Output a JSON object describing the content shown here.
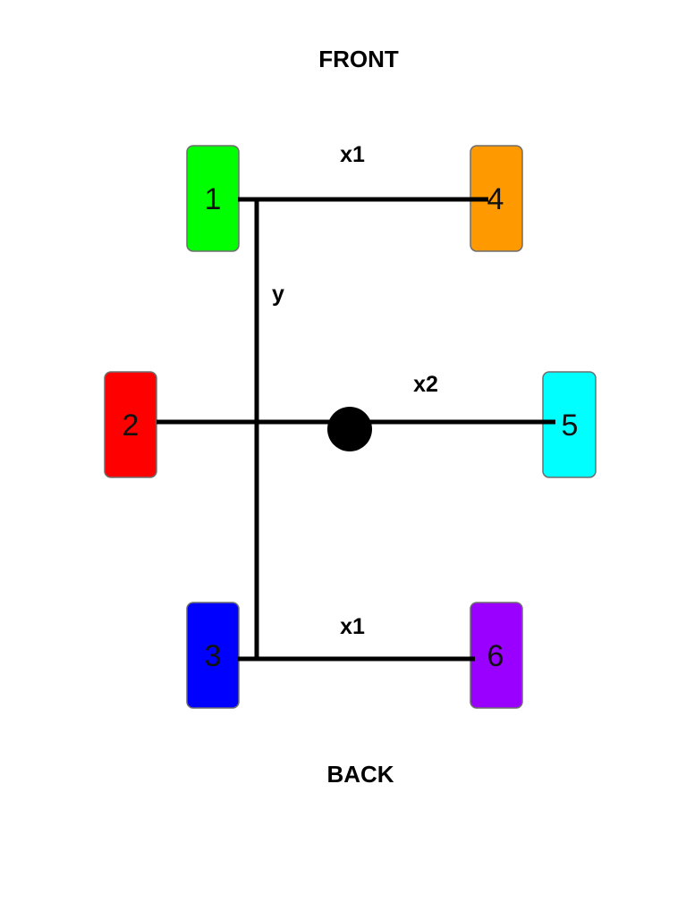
{
  "labels": {
    "front": "FRONT",
    "back": "BACK",
    "x1_top": "x1",
    "x1_bottom": "x1",
    "x2": "x2",
    "y": "y"
  },
  "wheels": [
    {
      "id": "1",
      "label": "1",
      "color": "#00ff00"
    },
    {
      "id": "2",
      "label": "2",
      "color": "#ff0000"
    },
    {
      "id": "3",
      "label": "3",
      "color": "#0000ff"
    },
    {
      "id": "4",
      "label": "4",
      "color": "#ff9900"
    },
    {
      "id": "5",
      "label": "5",
      "color": "#00ffff"
    },
    {
      "id": "6",
      "label": "6",
      "color": "#9900ff"
    }
  ],
  "center_marker_color": "#000000"
}
